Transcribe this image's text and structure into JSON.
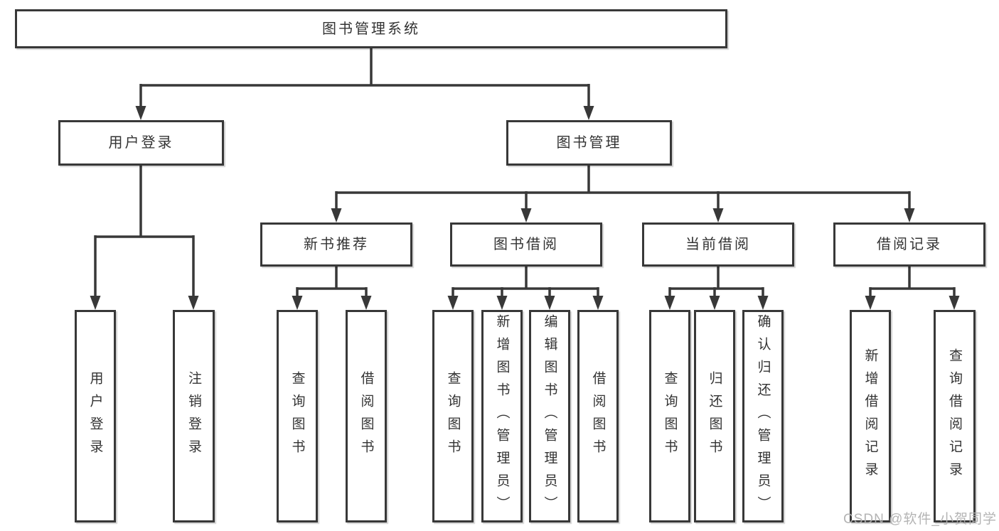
{
  "style": {
    "line_color": "#383838",
    "box_border_color": "#383838",
    "box_background": "#ffffff",
    "text_color": "#333333",
    "watermark_color": "#b0b0b0",
    "page_background": "#ffffff"
  },
  "tree": {
    "label": "图书管理系统",
    "children": [
      {
        "label": "用户登录",
        "children": [
          {
            "label": "用户登录"
          },
          {
            "label": "注销登录"
          }
        ]
      },
      {
        "label": "图书管理",
        "children": [
          {
            "label": "新书推荐",
            "children": [
              {
                "label": "查询图书"
              },
              {
                "label": "借阅图书"
              }
            ]
          },
          {
            "label": "图书借阅",
            "children": [
              {
                "label": "查询图书"
              },
              {
                "label": "新增图书（管理员）"
              },
              {
                "label": "编辑图书（管理员）"
              },
              {
                "label": "借阅图书"
              }
            ]
          },
          {
            "label": "当前借阅",
            "children": [
              {
                "label": "查询图书"
              },
              {
                "label": "归还图书"
              },
              {
                "label": "确认归还（管理员）"
              }
            ]
          },
          {
            "label": "借阅记录",
            "children": [
              {
                "label": "新增借阅记录"
              },
              {
                "label": "查询借阅记录"
              }
            ]
          }
        ]
      }
    ]
  },
  "watermark": {
    "text": "CSDN @软件_小贺同学"
  }
}
